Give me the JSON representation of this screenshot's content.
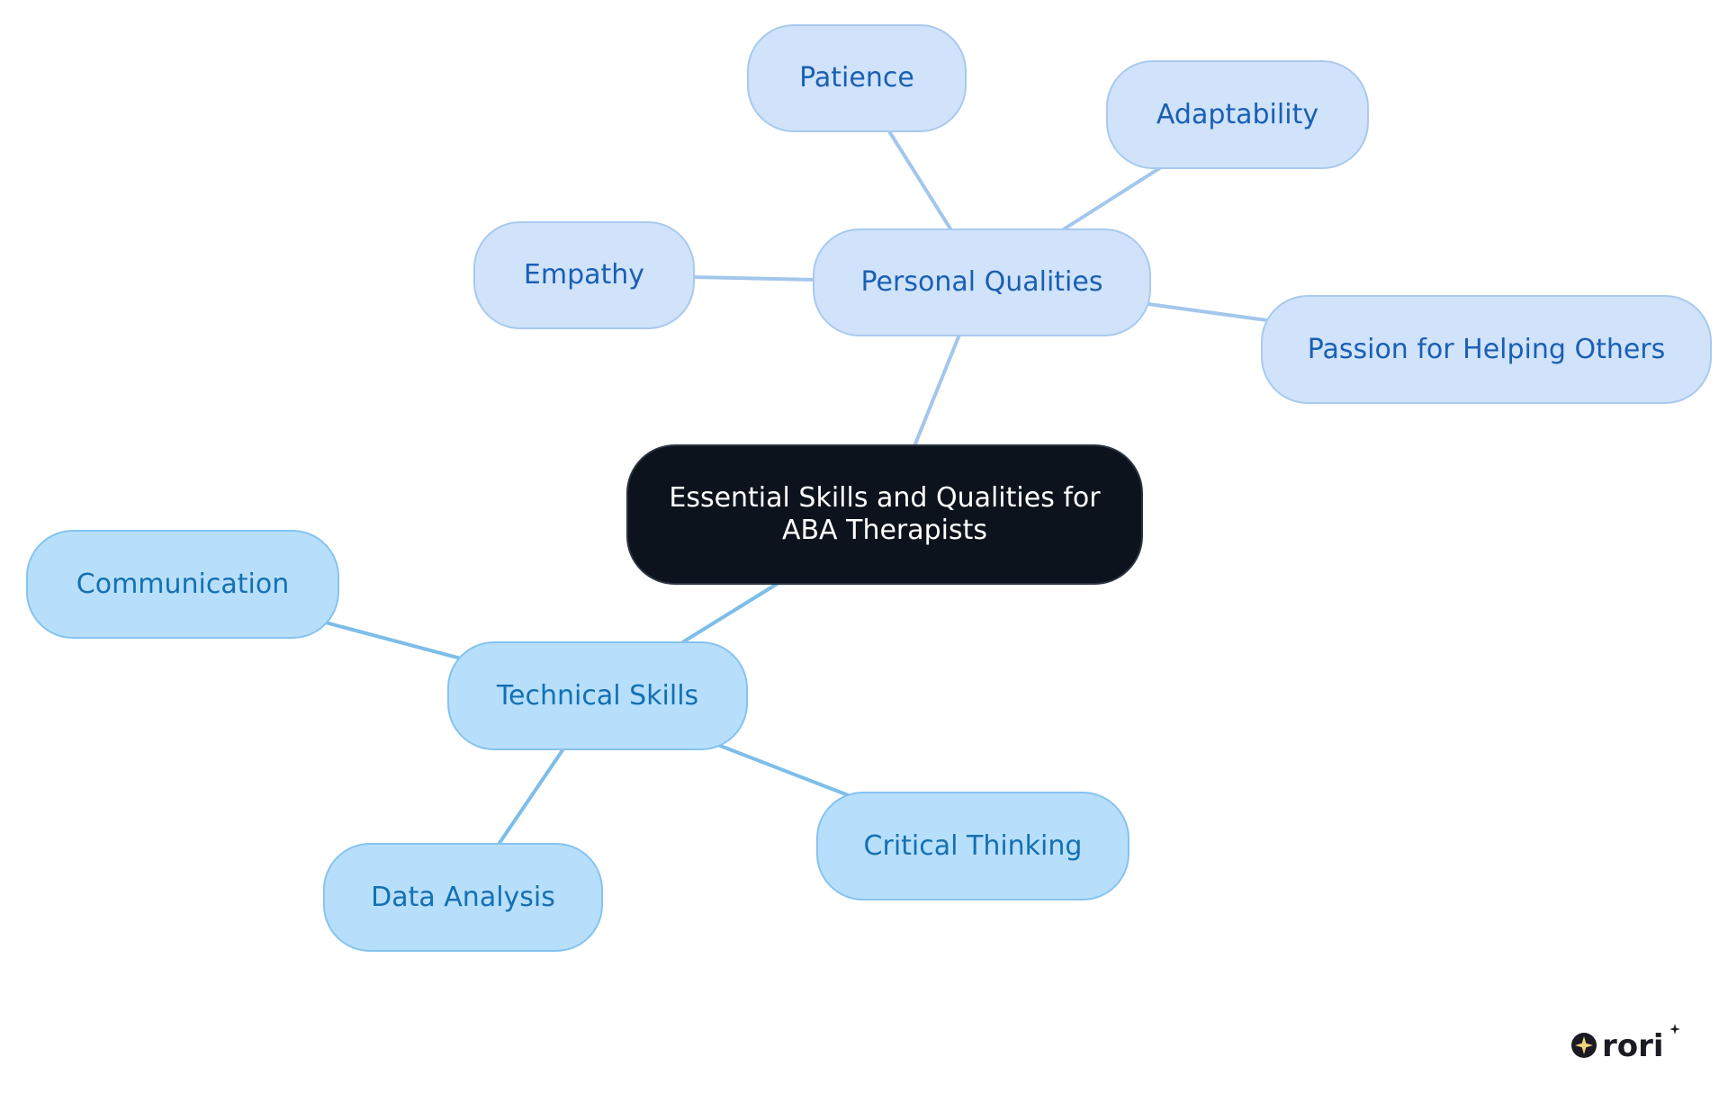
{
  "diagram": {
    "center": {
      "label": "Essential Skills and Qualities for ABA Therapists"
    },
    "branches": [
      {
        "label": "Personal Qualities",
        "color": "#a9c9ee",
        "children": [
          "Patience",
          "Adaptability",
          "Empathy",
          "Passion for Helping Others"
        ]
      },
      {
        "label": "Technical Skills",
        "color": "#86c3ef",
        "children": [
          "Communication",
          "Critical Thinking",
          "Data Analysis"
        ]
      }
    ]
  },
  "logo": {
    "text": "rori",
    "icon": "star-circle-icon"
  }
}
